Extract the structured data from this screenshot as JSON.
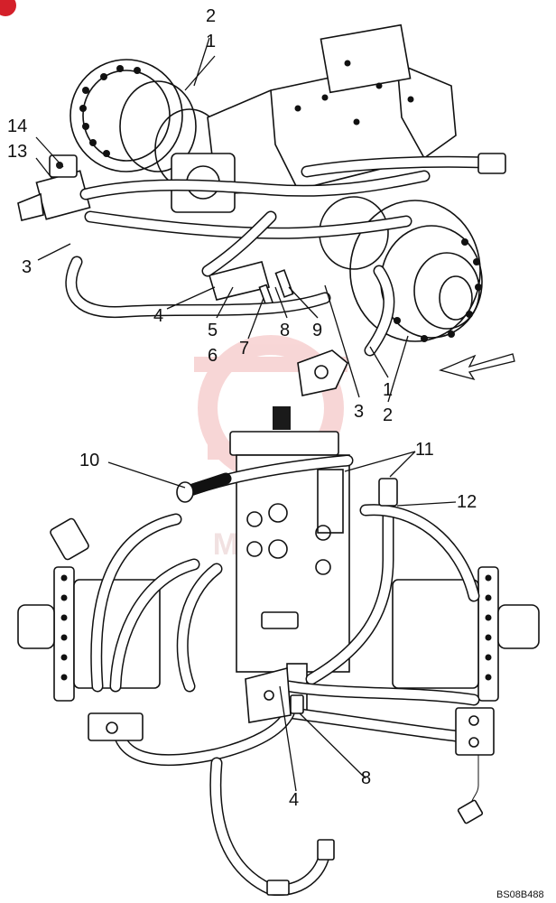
{
  "drawing_code": "BS08B488",
  "watermark_text": "MHITEX",
  "colors": {
    "watermark": "#f2b6b6",
    "line": "#111111",
    "background": "#ffffff",
    "corner_mark": "#d4202a"
  },
  "top_view": {
    "callouts": [
      "1",
      "2",
      "3",
      "4",
      "5",
      "6",
      "7",
      "8",
      "9",
      "13",
      "14",
      "1",
      "2",
      "3"
    ]
  },
  "bottom_view": {
    "callouts": [
      "10",
      "11",
      "12",
      "4",
      "8"
    ]
  }
}
